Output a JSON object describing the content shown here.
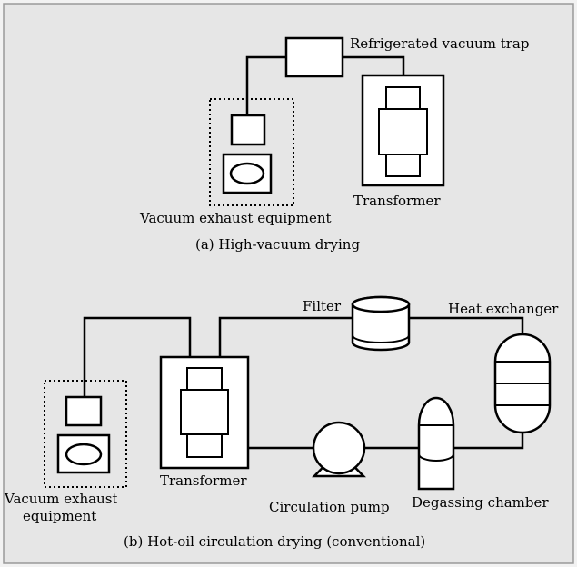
{
  "colors": {
    "background": "#e6e6e6",
    "border": "#999999",
    "stroke": "#000000",
    "fill": "#ffffff"
  },
  "diagram_a": {
    "trap_label": "Refrigerated vacuum trap",
    "transformer_label": "Transformer",
    "vacuum_label": "Vacuum exhaust equipment",
    "caption": "(a) High-vacuum drying"
  },
  "diagram_b": {
    "filter_label": "Filter",
    "heat_exchanger_label": "Heat exchanger",
    "transformer_label": "Transformer",
    "vacuum_label_line1": "Vacuum exhaust",
    "vacuum_label_line2": "equipment",
    "pump_label": "Circulation pump",
    "degassing_label": "Degassing chamber",
    "caption": "(b) Hot-oil circulation drying (conventional)"
  }
}
